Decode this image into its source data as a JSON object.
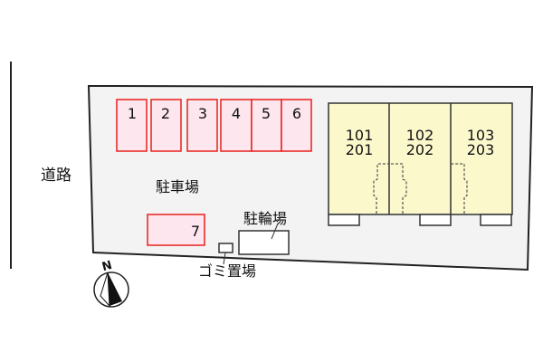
{
  "road_label": "道路",
  "parking_label": "駐車場",
  "bicycle_label": "駐輪場",
  "garbage_label": "ゴミ置場",
  "compass_label": "N",
  "parking_spaces": [
    "1",
    "2",
    "3",
    "4",
    "5",
    "6",
    "7"
  ],
  "units": [
    {
      "lower": "101",
      "upper": "201"
    },
    {
      "lower": "102",
      "upper": "202"
    },
    {
      "lower": "103",
      "upper": "203"
    }
  ],
  "colors": {
    "lot": "#f3f3f3",
    "parking_fill": "#fde6ee",
    "parking_stroke": "#e8201c",
    "building": "#fbf8cc"
  }
}
